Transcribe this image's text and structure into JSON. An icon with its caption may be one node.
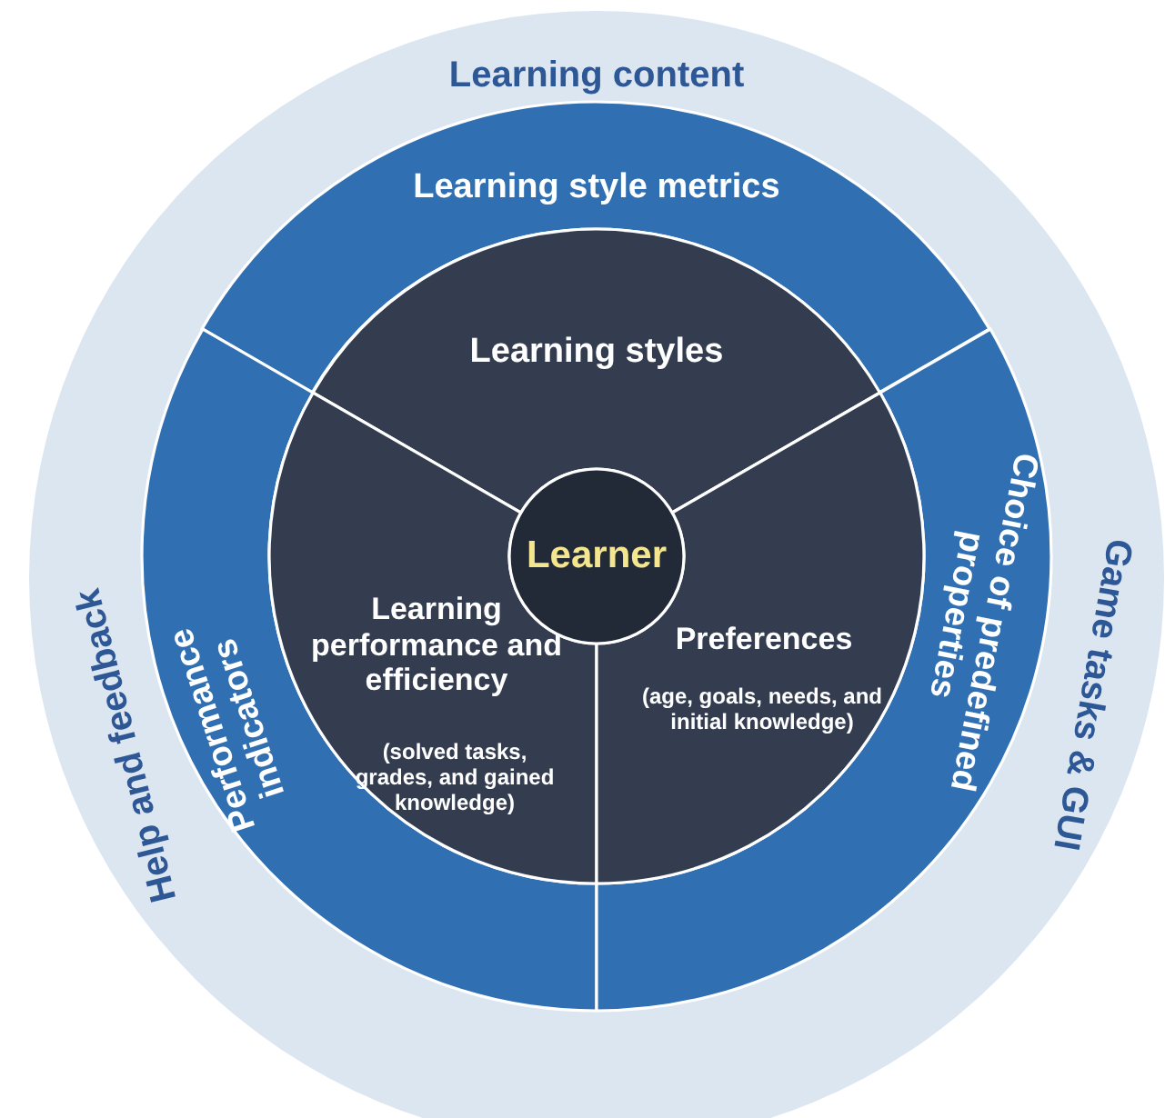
{
  "diagram": {
    "nodes": [
      {
        "text": [
          "Learning content",
          "Help and feedback",
          "Game tasks & GUI"
        ]
      },
      {
        "text": [
          "Learning style metrics"
        ],
        "in": 0
      },
      {
        "text": [
          "Learning styles"
        ],
        "in": 0
      },
      {
        "text": [
          "Learner"
        ],
        "in": 0
      },
      {
        "text": [
          "Learning performance and efficiency",
          "(solved tasks, grades, and gained knowledge)"
        ],
        "in": 0
      },
      {
        "text": [
          "Preferences",
          "(age, goals, needs, and initial knowledge)"
        ],
        "in": 0
      },
      {
        "text": [
          "Performance indicators"
        ],
        "in": 0
      },
      {
        "text": [
          "Choice of predefined properties"
        ],
        "in": 0
      }
    ]
  }
}
